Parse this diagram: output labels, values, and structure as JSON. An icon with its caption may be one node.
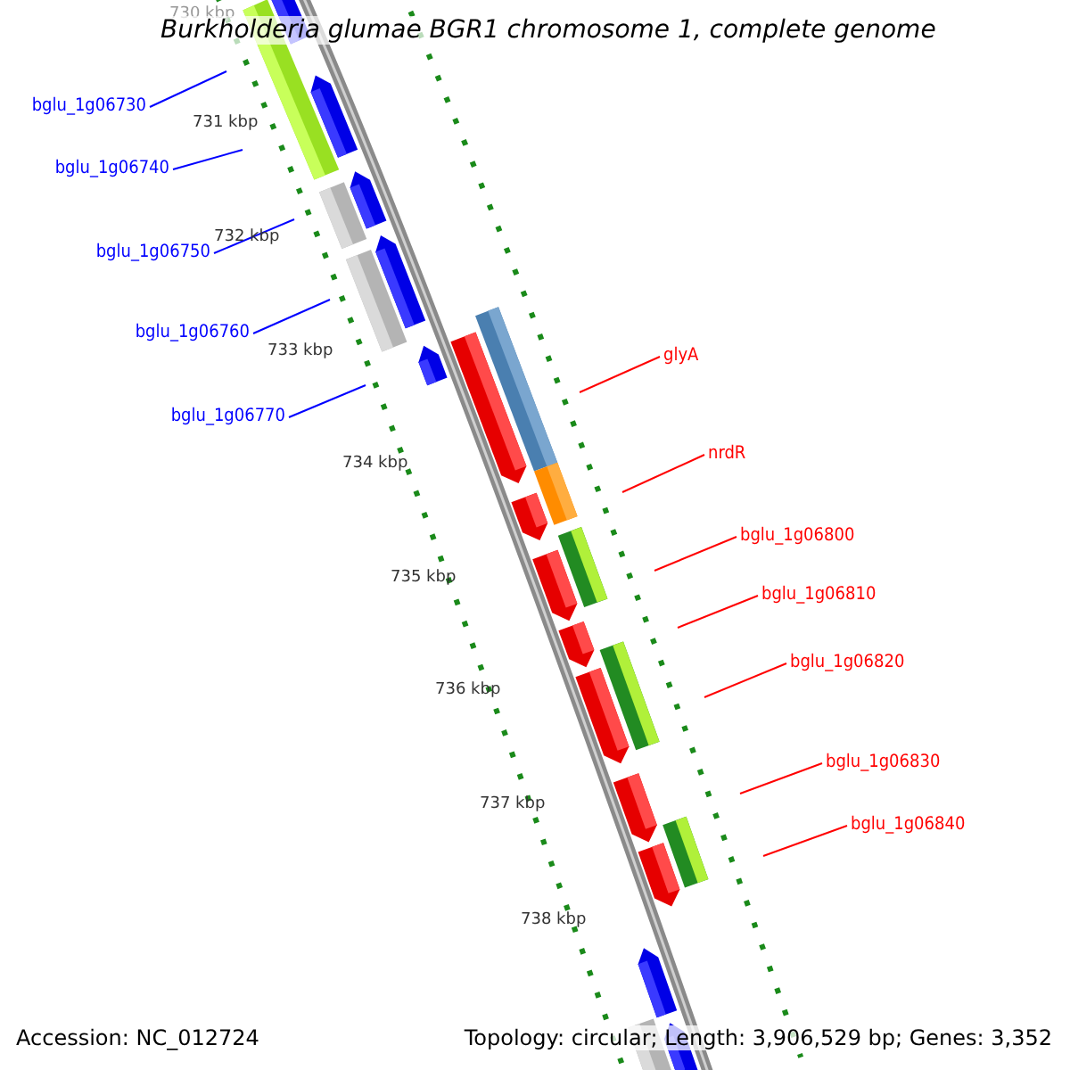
{
  "diagram": {
    "title": "Burkholderia glumae BGR1 chromosome 1, complete genome",
    "nodes": [
      {
        "text": [
          "bglu_1g06730"
        ]
      },
      {
        "text": [
          "bglu_1g06740"
        ]
      },
      {
        "text": [
          "bglu_1g06750"
        ]
      },
      {
        "text": [
          "bglu_1g06760"
        ]
      },
      {
        "text": [
          "bglu_1g06770"
        ]
      },
      {
        "text": [
          "glyA"
        ]
      },
      {
        "text": [
          "nrdR"
        ]
      },
      {
        "text": [
          "bglu_1g06800"
        ]
      },
      {
        "text": [
          "bglu_1g06810"
        ]
      },
      {
        "text": [
          "bglu_1g06820"
        ]
      },
      {
        "text": [
          "bglu_1g06830"
        ]
      },
      {
        "text": [
          "bglu_1g06840"
        ]
      }
    ],
    "edges": [
      {
        "from": 0,
        "to": null,
        "arrow": "none",
        "color": "#0000ff"
      },
      {
        "from": 1,
        "to": null,
        "arrow": "none",
        "color": "#0000ff"
      },
      {
        "from": 2,
        "to": null,
        "arrow": "none",
        "color": "#0000ff"
      },
      {
        "from": 3,
        "to": null,
        "arrow": "none",
        "color": "#0000ff"
      },
      {
        "from": 4,
        "to": null,
        "arrow": "none",
        "color": "#0000ff"
      },
      {
        "from": 5,
        "to": null,
        "arrow": "none",
        "color": "#ff0000"
      },
      {
        "from": 6,
        "to": null,
        "arrow": "none",
        "color": "#ff0000"
      },
      {
        "from": 7,
        "to": null,
        "arrow": "none",
        "color": "#ff0000"
      },
      {
        "from": 8,
        "to": null,
        "arrow": "none",
        "color": "#ff0000"
      },
      {
        "from": 9,
        "to": null,
        "arrow": "none",
        "color": "#ff0000"
      },
      {
        "from": 10,
        "to": null,
        "arrow": "none",
        "color": "#ff0000"
      },
      {
        "from": 11,
        "to": null,
        "arrow": "none",
        "color": "#ff0000"
      }
    ],
    "labels": [
      "730 kbp",
      "731 kbp",
      "732 kbp",
      "733 kbp",
      "734 kbp",
      "735 kbp",
      "736 kbp",
      "737 kbp",
      "738 kbp",
      "Accession: NC_012724",
      "Topology: circular; Length: 3,906,529 bp; Genes: 3,352"
    ]
  }
}
